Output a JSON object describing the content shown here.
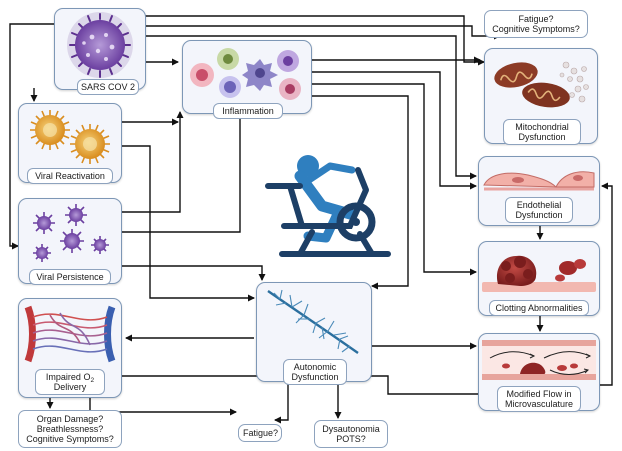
{
  "nodes": {
    "sars": "SARS COV 2",
    "inflammation": "Inflammation",
    "viral_reactivation": "Viral Reactivation",
    "viral_persistence": "Viral Persistence",
    "impaired_o2_a": "Impaired O",
    "impaired_o2_sub": "2",
    "impaired_o2_b": "Delivery",
    "autonomic_1": "Autonomic",
    "autonomic_2": "Dysfunction",
    "mito_1": "Mitochondrial",
    "mito_2": "Dysfunction",
    "endo_1": "Endothelial",
    "endo_2": "Dysfunction",
    "clotting": "Clotting Abnormalities",
    "flow_1": "Modified Flow in",
    "flow_2": "Microvasculature"
  },
  "outcomes": {
    "fatigue_top_1": "Fatigue?",
    "fatigue_top_2": "Cognitive Symptoms?",
    "organ_1": "Organ Damage?",
    "organ_2": "Breathlessness?",
    "organ_3": "Cognitive Symptoms?",
    "fatigue_bottom": "Fatigue?",
    "dys_1": "Dysautonomia",
    "dys_2": "POTS?"
  },
  "colors": {
    "arrow": "#111111",
    "box_border": "#7d97b6",
    "virus_purple": "#6b3fa0",
    "virus_orange": "#e0a030",
    "cyclist_blue": "#2f7fbf",
    "cyclist_navy": "#1d3f66",
    "blood_red": "#b83a3a",
    "vessel_pink": "#f2b8b0"
  },
  "icons": {
    "center": "exercise-bike-icon",
    "sars": "coronavirus-icon",
    "inflammation": "immune-cells-icon",
    "reactivation": "herpes-virus-icon",
    "persistence": "virus-particles-icon",
    "o2": "capillary-bed-icon",
    "autonomic": "nerve-fiber-icon",
    "mito": "mitochondria-icon",
    "endo": "endothelial-cells-icon",
    "clot": "blood-clot-icon",
    "flow": "blood-vessel-flow-icon"
  }
}
